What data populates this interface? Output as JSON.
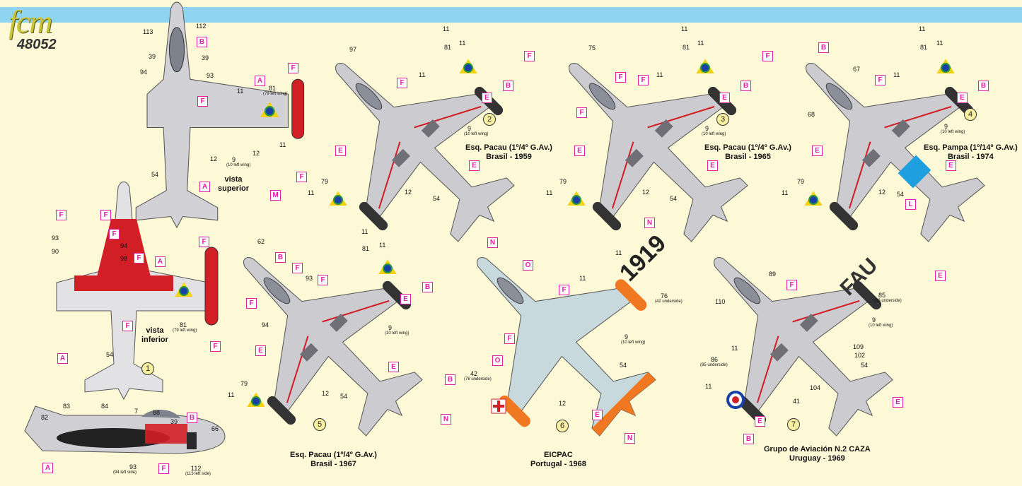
{
  "brand": {
    "logo": "fcm",
    "code": "48052"
  },
  "views": {
    "top": "vista\nsuperior",
    "bottom": "vista\ninferior"
  },
  "schemes": [
    {
      "num": "1"
    },
    {
      "num": "2",
      "caption": "Esq. Pacau (1º/4º G.Av.)\nBrasil - 1959"
    },
    {
      "num": "3",
      "caption": "Esq. Pacau (1º/4º G.Av.)\nBrasil - 1965"
    },
    {
      "num": "4",
      "caption": "Esq. Pampa (1º/14º G.Av.)\nBrasil - 1974"
    },
    {
      "num": "5",
      "caption": "Esq. Pacau (1º/4º G.Av.)\nBrasil - 1967"
    },
    {
      "num": "6",
      "caption": "EICPAC\nPortugal - 1968"
    },
    {
      "num": "7",
      "caption": "Grupo de Aviación N.2 CAZA\nUruguay - 1969"
    }
  ],
  "markings": {
    "portugal_code": "1919",
    "uruguay_code": "FAU"
  },
  "callouts": {
    "n113": "113",
    "n112": "112",
    "n39a": "39",
    "n39b": "39",
    "n94": "94",
    "n93": "93",
    "n81": "81",
    "n11": "11",
    "n12": "12",
    "n9": "9",
    "n54": "54",
    "n90": "90",
    "n98": "98",
    "n82": "82",
    "n83": "83",
    "n84": "84",
    "n7": "7",
    "n88": "88",
    "n66": "66",
    "n97": "97",
    "n75": "75",
    "n67": "67",
    "n68": "68",
    "n79": "79",
    "n62": "62",
    "n76": "76",
    "n42": "42",
    "n89": "89",
    "n110": "110",
    "n85": "85",
    "n109": "109",
    "n102": "102",
    "n104": "104",
    "n41": "41",
    "n86": "86",
    "left79": "(79 left wing)",
    "left10": "(10 left wing)",
    "left94": "(94 left side)",
    "left113": "(113 left side)",
    "under42": "(42 underside)",
    "under76": "(76 underside)",
    "under86": "(86 underside)",
    "under85": "(85 underside)"
  },
  "letters": {
    "A": "A",
    "B": "B",
    "E": "E",
    "F": "F",
    "L": "L",
    "M": "M",
    "N": "N",
    "O": "O"
  },
  "colors": {
    "background": "#fdf8d6",
    "band": "#8fd4f0",
    "tag": "#e020a0",
    "silver": "#c8c8cc",
    "red": "#d21f26",
    "orange": "#f07820",
    "paleblue": "#c7d9dd"
  }
}
